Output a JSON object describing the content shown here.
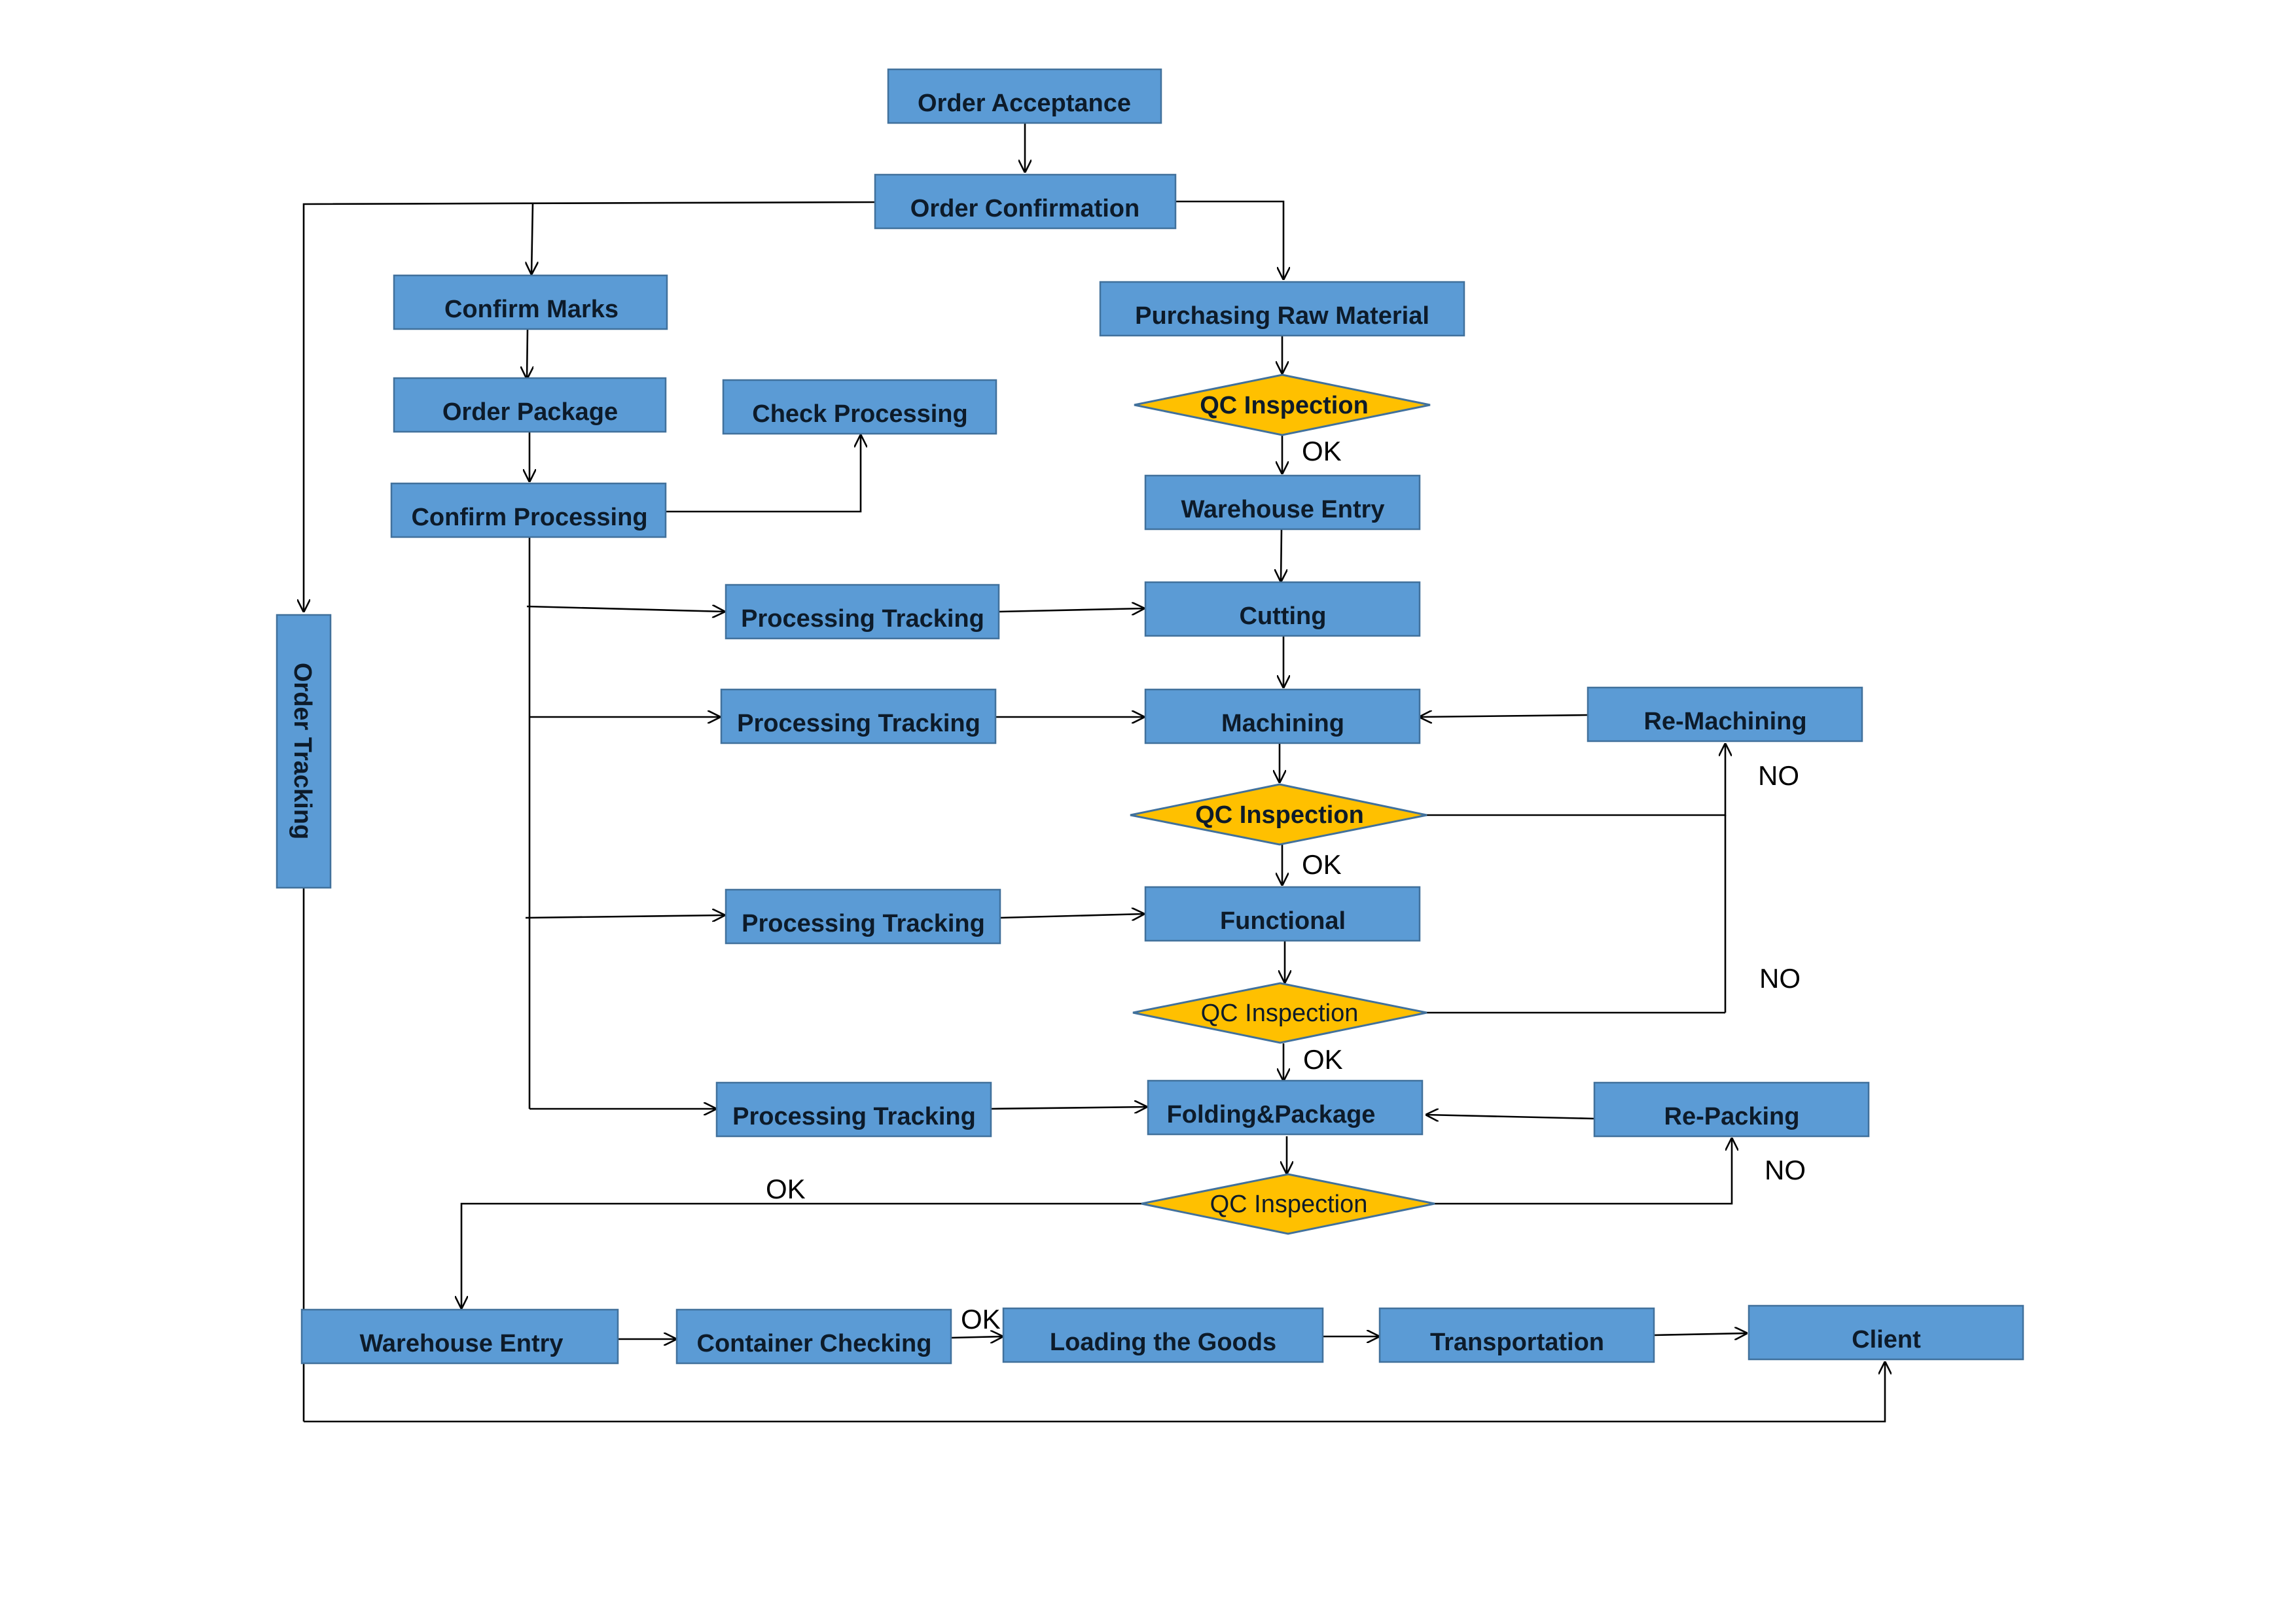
{
  "diagram": {
    "nodes": {
      "order_acceptance": "Order Acceptance",
      "order_confirmation": "Order Confirmation",
      "confirm_marks": "Confirm Marks",
      "order_package": "Order Package",
      "check_processing": "Check Processing",
      "confirm_processing": "Confirm Processing",
      "purchasing_raw_material": "Purchasing Raw Material",
      "qc_inspection_1": "QC Inspection",
      "warehouse_entry_1": "Warehouse Entry",
      "order_tracking": "Order Tracking",
      "processing_tracking_1": "Processing Tracking",
      "cutting": "Cutting",
      "processing_tracking_2": "Processing Tracking",
      "machining": "Machining",
      "re_machining": "Re-Machining",
      "qc_inspection_2": "QC Inspection",
      "processing_tracking_3": "Processing Tracking",
      "functional": "Functional",
      "qc_inspection_3": "QC Inspection",
      "processing_tracking_4": "Processing Tracking",
      "folding_package": "Folding&Package",
      "re_packing": "Re-Packing",
      "qc_inspection_4": "QC Inspection",
      "warehouse_entry_2": "Warehouse Entry",
      "container_checking": "Container Checking",
      "loading_the_goods": "Loading the Goods",
      "transportation": "Transportation",
      "client": "Client"
    },
    "edge_labels": {
      "ok_1": "OK",
      "ok_2": "OK",
      "ok_3": "OK",
      "ok_4": "OK",
      "ok_5": "OK",
      "no_1": "NO",
      "no_2": "NO",
      "no_3": "NO"
    },
    "colors": {
      "box_fill": "#5b9bd5",
      "box_stroke": "#41719c",
      "diamond_fill": "#ffc000",
      "edge": "#000000"
    }
  }
}
